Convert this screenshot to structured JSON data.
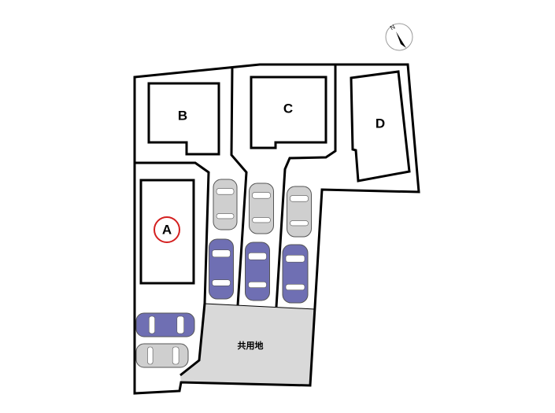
{
  "lots": [
    {
      "id": "A",
      "label": "A",
      "highlighted": true
    },
    {
      "id": "B",
      "label": "B"
    },
    {
      "id": "C",
      "label": "C"
    },
    {
      "id": "D",
      "label": "D"
    }
  ],
  "common_area": {
    "label": "共用地"
  },
  "compass": {
    "label": "N"
  },
  "colors": {
    "highlight": "#d42020",
    "car_blue": "#6f6fb3",
    "car_grey": "#cfcfcf",
    "common_area": "#d9d9d9"
  }
}
